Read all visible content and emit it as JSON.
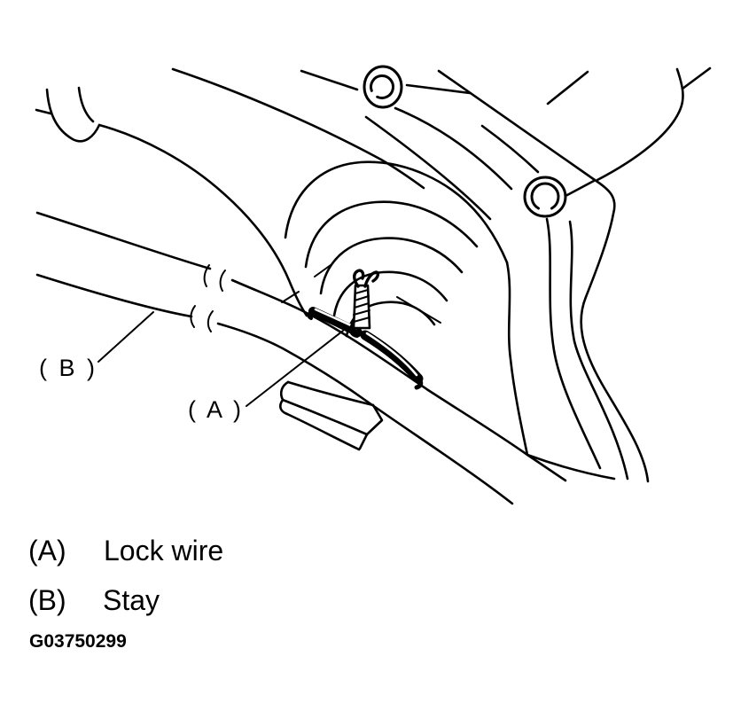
{
  "page": {
    "background": "#ffffff",
    "line_color": "#000000"
  },
  "diagram": {
    "callout_a": "( A )",
    "callout_b": "( B )"
  },
  "legend": {
    "items": [
      {
        "key": "(A)",
        "label": "Lock wire"
      },
      {
        "key": "(B)",
        "label": "Stay"
      }
    ],
    "figure_id": "G03750299"
  }
}
